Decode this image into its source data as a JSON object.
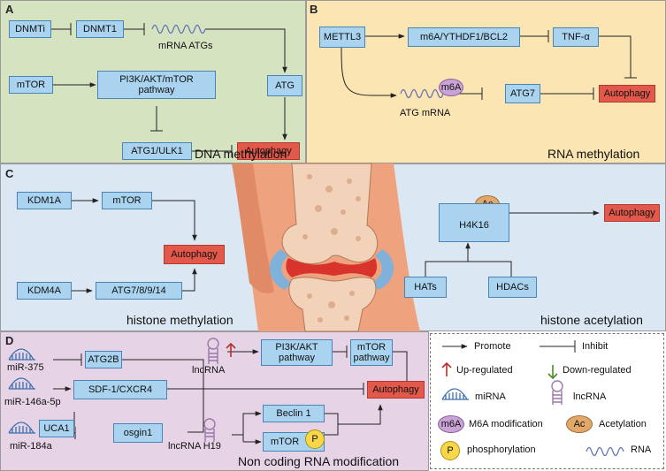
{
  "panel_a": {
    "label": "A",
    "title": "DNA methylation",
    "dnmti": "DNMTi",
    "dnmt1": "DNMT1",
    "mrna_atgs": "mRNA ATGs",
    "mtor": "mTOR",
    "pathway": "PI3K/AKT/mTOR\npathway",
    "atg": "ATG",
    "atg1_ulk1": "ATG1/ULK1",
    "autophagy": "Autophagy"
  },
  "panel_b": {
    "label": "B",
    "title": "RNA methylation",
    "mettl3": "METTL3",
    "m6a_chain": "m6A/YTHDF1/BCL2",
    "tnf": "TNF-α",
    "m6a_badge": "m6A",
    "atg_mrna": "ATG mRNA",
    "atg7": "ATG7",
    "autophagy": "Autophagy"
  },
  "panel_c": {
    "label": "C",
    "title_left": "histone methylation",
    "title_right": "histone acetylation",
    "kdm1a": "KDM1A",
    "mtor": "mTOR",
    "kdm4a": "KDM4A",
    "atgs": "ATG7/8/9/14",
    "autophagy_left": "Autophagy",
    "ac": "Ac",
    "h4k16": "H4K16",
    "autophagy_right": "Autophagy",
    "hats": "HATs",
    "hdacs": "HDACs"
  },
  "panel_d": {
    "label": "D",
    "title": "Non coding RNA modification",
    "mir375": "miR-375",
    "atg2b": "ATG2B",
    "lncrna": "lncRNA",
    "pi3k": "PI3K/AKT\npathway",
    "mtor_pathway": "mTOR\npathway",
    "mir146": "miR-146a-5p",
    "sdf1": "SDF-1/CXCR4",
    "autophagy": "Autophagy",
    "uca1": "UCA1",
    "mir184": "miR-184a",
    "osgin1": "osgin1",
    "lncrna_h19": "lncRNA H19",
    "beclin": "Beclin 1",
    "mtor": "mTOR",
    "p": "P"
  },
  "legend": {
    "promote": "Promote",
    "inhibit": "Inhibit",
    "up": "Up-regulated",
    "down": "Down-regulated",
    "mirna": "miRNA",
    "lncrna": "lncRNA",
    "m6a_badge": "m6A",
    "m6a_mod": "M6A modification",
    "ac_badge": "Ac",
    "acetylation": "Acetylation",
    "p_badge": "P",
    "phosphorylation": "phosphorylation",
    "rna": "RNA"
  },
  "colors": {
    "panel_a_bg": "#d5e3c1",
    "panel_b_bg": "#fbe5b3",
    "panel_c_bg": "#dbe7f2",
    "panel_d_bg": "#e6d3e6",
    "box_fill": "#a9d3ef",
    "box_border": "#4a83b5",
    "autophagy_fill": "#e2584a",
    "m6a_badge": "#c9a2d6",
    "ac_badge": "#e2a86a",
    "p_badge": "#f8d84a",
    "up_arrow": "#b3302c",
    "down_arrow": "#4a8a2a"
  }
}
